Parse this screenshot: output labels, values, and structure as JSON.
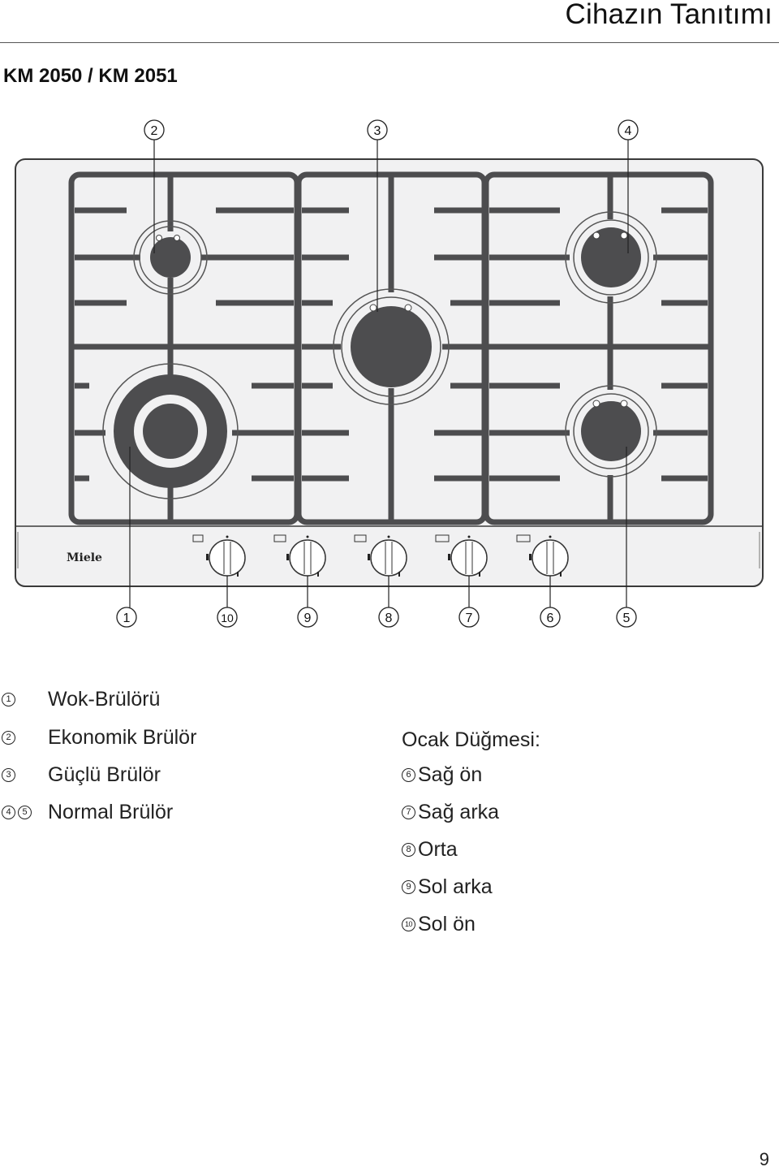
{
  "header": {
    "title": "Cihazın Tanıtımı"
  },
  "model": {
    "title": "KM 2050 / KM 2051"
  },
  "diagram": {
    "brand": "Miele",
    "top_callouts": [
      "2",
      "3",
      "4"
    ],
    "bottom_callouts": [
      "1",
      "10",
      "9",
      "8",
      "7",
      "6",
      "5"
    ]
  },
  "legend_left": [
    {
      "nums": [
        "1"
      ],
      "text": "Wok-Brülörü"
    },
    {
      "nums": [
        "2"
      ],
      "text": "Ekonomik Brülör"
    },
    {
      "nums": [
        "3"
      ],
      "text": "Güçlü Brülör"
    },
    {
      "nums": [
        "4",
        "5"
      ],
      "text": "Normal Brülör"
    }
  ],
  "legend_right": {
    "title": "Ocak Düğmesi:",
    "items": [
      {
        "num": "6",
        "text": "Sağ ön"
      },
      {
        "num": "7",
        "text": "Sağ arka"
      },
      {
        "num": "8",
        "text": "Orta"
      },
      {
        "num": "9",
        "text": "Sol arka"
      },
      {
        "num": "10",
        "text": "Sol ön"
      }
    ]
  },
  "footer": {
    "page_number": "9"
  }
}
